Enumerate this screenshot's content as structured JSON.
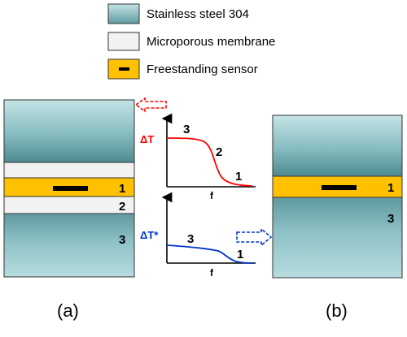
{
  "legend": {
    "steel_label": "Stainless steel 304",
    "membrane_label": "Microporous membrane",
    "sensor_label": "Freestanding sensor"
  },
  "colors": {
    "steel_top": "#b9dfe2",
    "steel_mid": "#74aeb3",
    "steel_dark": "#3f7f86",
    "membrane": "#f2f2f2",
    "sensor": "#ffc000",
    "red": "#ff0000",
    "blue": "#0033cc"
  },
  "panel_a": {
    "label": "(a)",
    "layer_sensor_num": "1",
    "layer_membrane_num": "2",
    "layer_steel_num": "3"
  },
  "panel_b": {
    "label": "(b)",
    "layer_sensor_num": "1",
    "layer_steel_num": "3"
  },
  "plot_top": {
    "ylabel": "ΔT",
    "xlabel": "f",
    "region_3": "3",
    "region_2": "2",
    "region_1": "1"
  },
  "plot_bottom": {
    "ylabel": "ΔT*",
    "xlabel": "f",
    "region_3": "3",
    "region_1": "1"
  }
}
